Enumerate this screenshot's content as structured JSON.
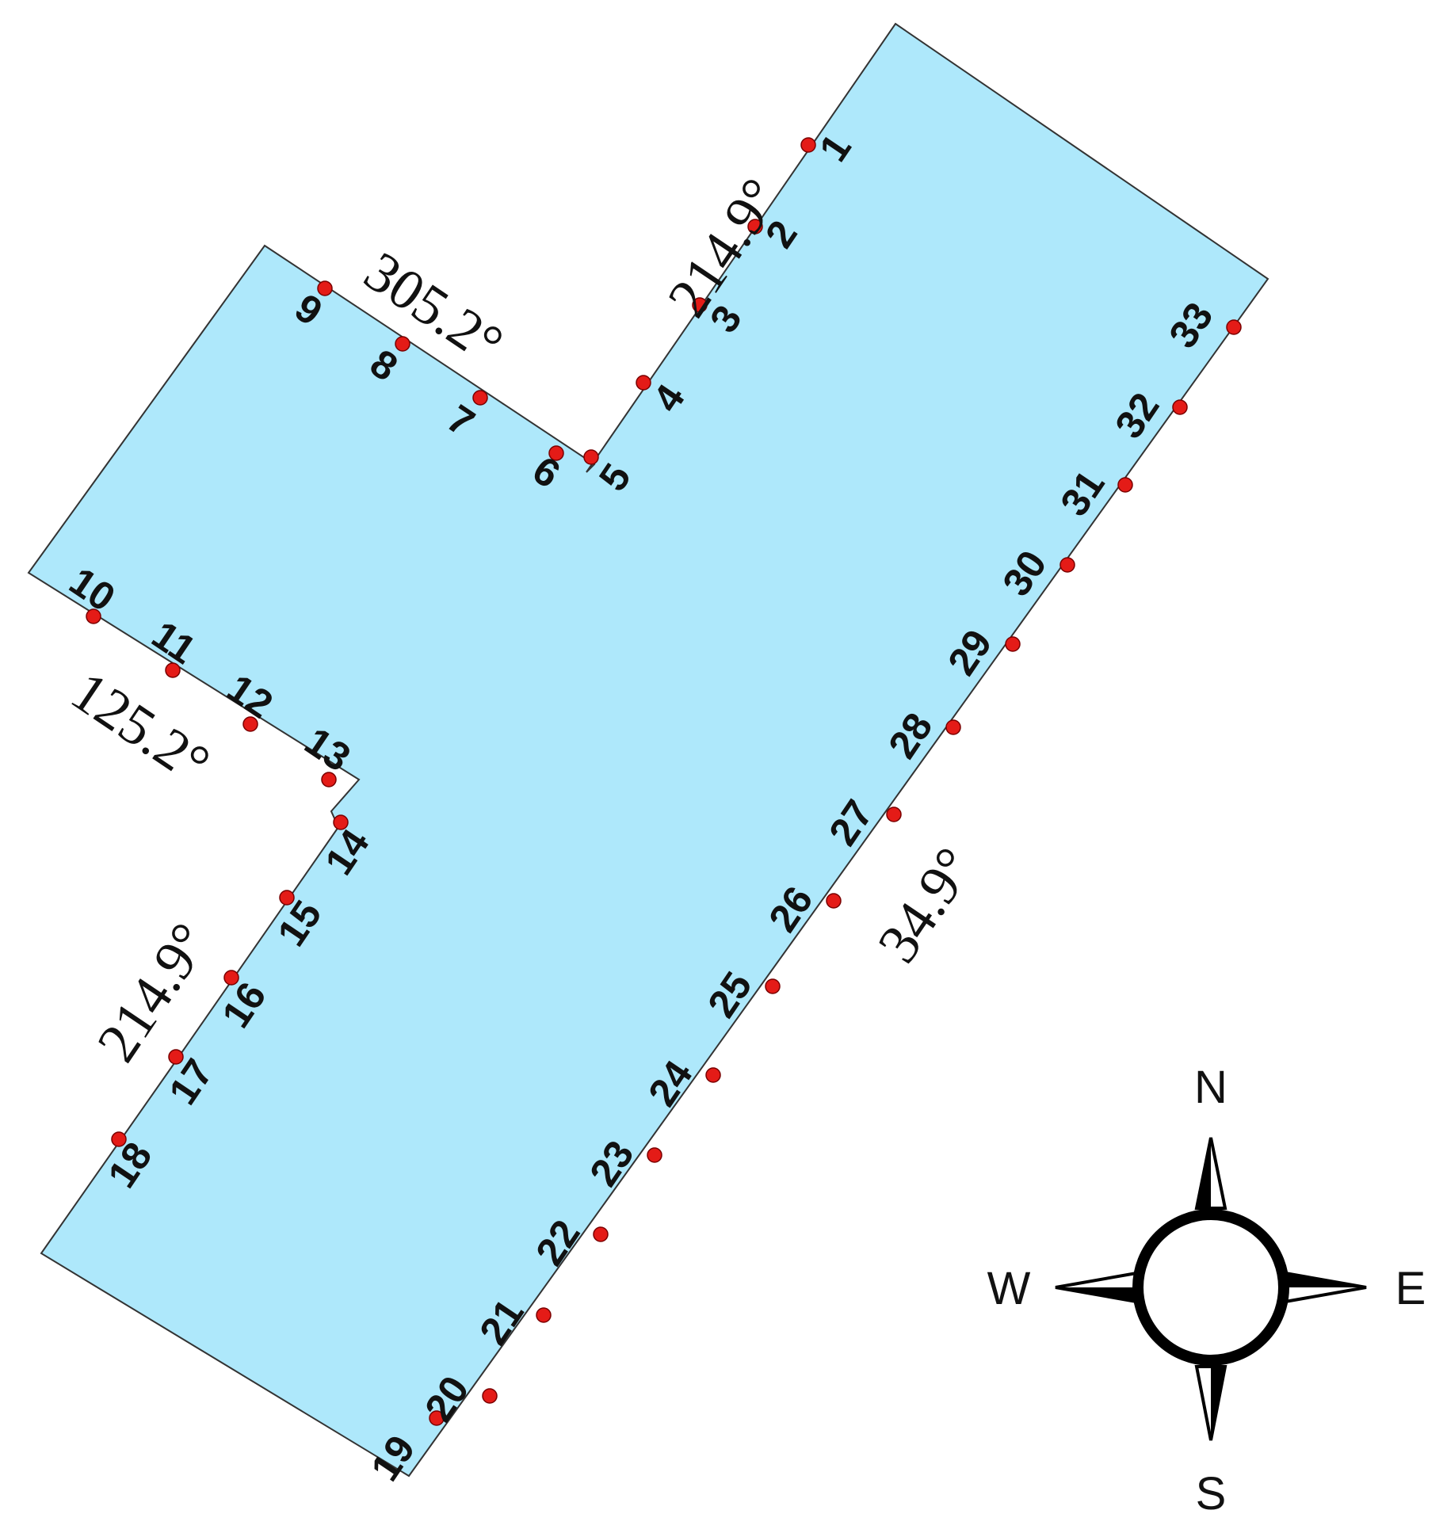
{
  "points": [
    {
      "id": "1",
      "label": "1"
    },
    {
      "id": "2",
      "label": "2"
    },
    {
      "id": "3",
      "label": "3"
    },
    {
      "id": "4",
      "label": "4"
    },
    {
      "id": "5",
      "label": "5"
    },
    {
      "id": "6",
      "label": "6"
    },
    {
      "id": "7",
      "label": "7"
    },
    {
      "id": "8",
      "label": "8"
    },
    {
      "id": "9",
      "label": "9"
    },
    {
      "id": "10",
      "label": "10"
    },
    {
      "id": "11",
      "label": "11"
    },
    {
      "id": "12",
      "label": "12"
    },
    {
      "id": "13",
      "label": "13"
    },
    {
      "id": "14",
      "label": "14"
    },
    {
      "id": "15",
      "label": "15"
    },
    {
      "id": "16",
      "label": "16"
    },
    {
      "id": "17",
      "label": "17"
    },
    {
      "id": "18",
      "label": "18"
    },
    {
      "id": "19",
      "label": "19"
    },
    {
      "id": "20",
      "label": "20"
    },
    {
      "id": "21",
      "label": "21"
    },
    {
      "id": "22",
      "label": "22"
    },
    {
      "id": "23",
      "label": "23"
    },
    {
      "id": "24",
      "label": "24"
    },
    {
      "id": "25",
      "label": "25"
    },
    {
      "id": "26",
      "label": "26"
    },
    {
      "id": "27",
      "label": "27"
    },
    {
      "id": "28",
      "label": "28"
    },
    {
      "id": "29",
      "label": "29"
    },
    {
      "id": "30",
      "label": "30"
    },
    {
      "id": "31",
      "label": "31"
    },
    {
      "id": "32",
      "label": "32"
    },
    {
      "id": "33",
      "label": "33"
    }
  ],
  "angles": {
    "upper_right": "214.9°",
    "upper_left": "305.2°",
    "left_mid": "125.2°",
    "lower_left": "214.9°",
    "right_side": "34.9°"
  },
  "compass": {
    "north": "N",
    "south": "S",
    "east": "E",
    "west": "W"
  },
  "colors": {
    "parcel_fill": "#aee8fb",
    "parcel_stroke": "#333333",
    "point_marker": "#e41b17",
    "compass_stroke": "#000000"
  }
}
